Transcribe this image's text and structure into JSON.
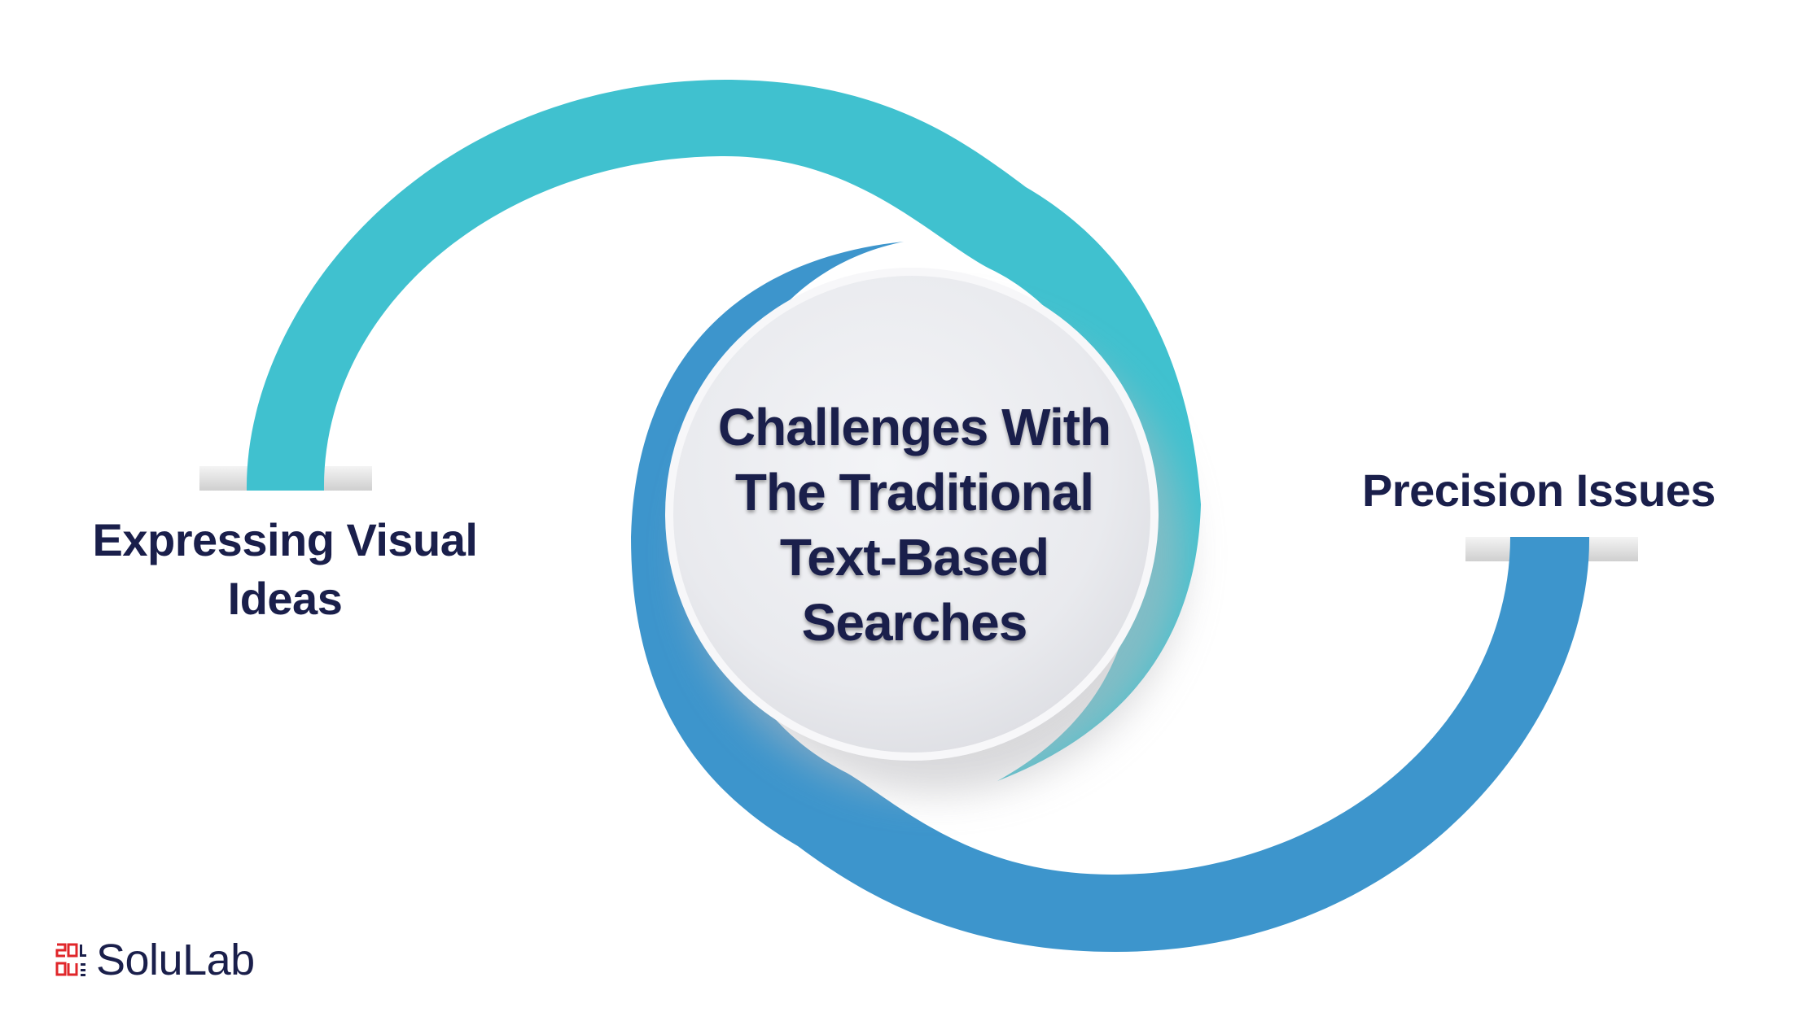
{
  "center": {
    "title": "Challenges With The Traditional Text-Based Searches"
  },
  "items": [
    {
      "label": "Expressing Visual Ideas",
      "color": "#40c1cf"
    },
    {
      "label": "Precision Issues",
      "color": "#3d95cc"
    }
  ],
  "brand": {
    "name": "SoluLab",
    "logo_icon": "solulab-logo-mark",
    "logo_color": "#e0262a"
  },
  "colors": {
    "teal": "#40c1cf",
    "blue": "#3d95cc",
    "text": "#1a1f4b"
  }
}
